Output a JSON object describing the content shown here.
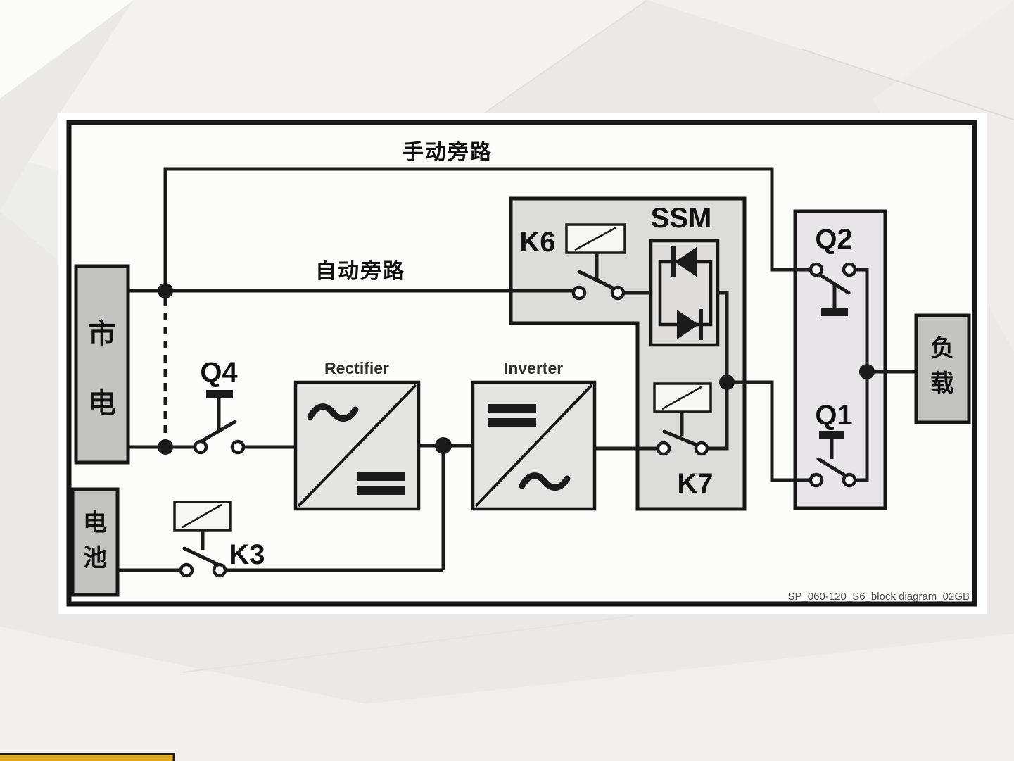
{
  "slide": {
    "type": "presentation-slide-with-ups-block-diagram"
  },
  "diagram": {
    "bypass_paths": {
      "manual": "手动旁路",
      "auto": "自动旁路"
    },
    "source_blocks": {
      "mains": [
        "市",
        "电"
      ],
      "battery": [
        "电",
        "池"
      ]
    },
    "load_block": [
      "负",
      "载"
    ],
    "converter_blocks": {
      "rectifier": "Rectifier",
      "inverter": "Inverter"
    },
    "static_switch": {
      "label": "SSM"
    },
    "relays": {
      "k6": "K6",
      "k7": "K7",
      "k3": "K3"
    },
    "breakers": {
      "q4": "Q4",
      "q2": "Q2",
      "q1": "Q1"
    },
    "watermark": "SP_060-120_S6_block diagram_02GB"
  },
  "colors": {
    "page_background": "#eae9e7",
    "panel_fill": "#fcfcfb",
    "wire": "#1b1b1b",
    "source_block_fill": "#c3c3c1",
    "bypass_region_fill": "#dcdcda",
    "converter_fill": "#e4e4e2",
    "accent_bar_gold": "#dfaa1b"
  }
}
